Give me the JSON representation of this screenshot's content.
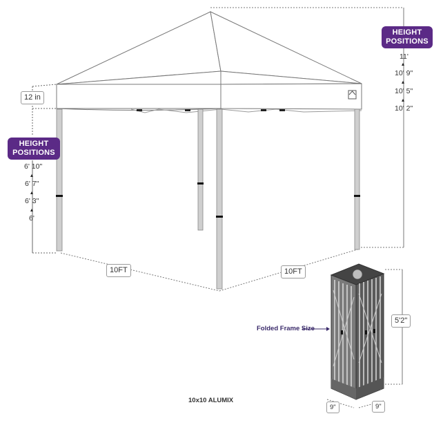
{
  "left_height": {
    "badge_line1": "HEIGHT",
    "badge_line2": "POSITIONS",
    "positions": [
      "6' 10\"",
      "6' 7\"",
      "6' 3\"",
      "6'"
    ],
    "eave_label": "12 in"
  },
  "right_height": {
    "badge_line1": "HEIGHT",
    "badge_line2": "POSITIONS",
    "positions": [
      "11'",
      "10' 9\"",
      "10' 5\"",
      "10' 2\""
    ]
  },
  "dimensions": {
    "left_width": "10FT",
    "right_width": "10FT"
  },
  "folded": {
    "label": "Folded Frame Size",
    "height": "5'2\"",
    "width_a": "9\"",
    "width_b": "9\""
  },
  "caption": "10x10 ALUMIX",
  "colors": {
    "badge": "#5b2a86",
    "leg": "#c8c8c8",
    "line": "#6a6a6a"
  }
}
